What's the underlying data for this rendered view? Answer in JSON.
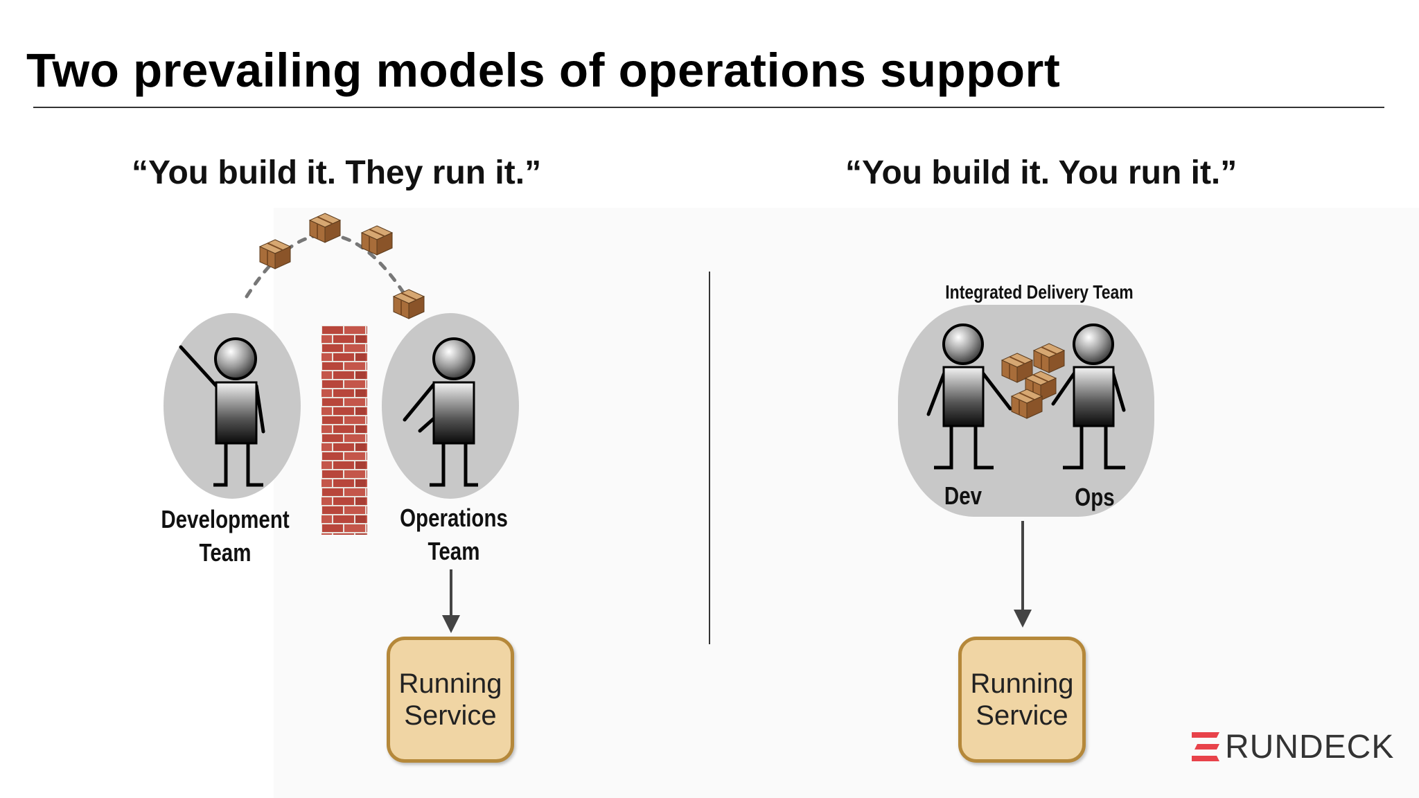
{
  "slide": {
    "title": "Two prevailing models of operations support"
  },
  "left_model": {
    "quote": "“You build it. They run it.”",
    "dev_team_label": [
      "Development",
      "Team"
    ],
    "ops_team_label": [
      "Operations",
      "Team"
    ],
    "service_label": [
      "Running",
      "Service"
    ]
  },
  "right_model": {
    "quote": "“You build it. You run it.”",
    "team_label": "Integrated Delivery Team",
    "dev_label": "Dev",
    "ops_label": "Ops",
    "service_label": [
      "Running",
      "Service"
    ]
  },
  "logo": {
    "text": "RUNDECK",
    "mark_color": "#e8424a"
  },
  "colors": {
    "pill": "#c8c8c8",
    "brick": "#b8463b",
    "mortar": "#e9e2dc",
    "box_fill": "#f0d5a4",
    "box_border": "#b5883a",
    "package": "#b07a45"
  }
}
